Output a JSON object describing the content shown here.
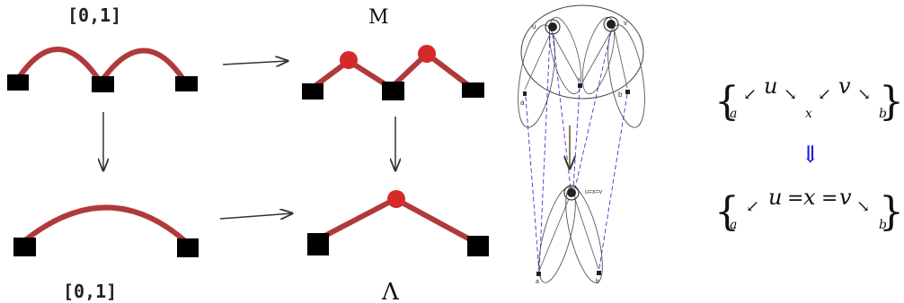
{
  "panel1": {
    "interval_top": "[0,1]",
    "interval_bottom": "[0,1]",
    "m_symbol": "M",
    "lambda_symbol": "Λ"
  },
  "panel2": {
    "node_u": "u",
    "node_v": "v",
    "node_x": "x",
    "node_a": "a",
    "node_b": "b",
    "node_merged": "u=x=v",
    "node_a_bottom": "a",
    "node_b_bottom": "b"
  },
  "panel3": {
    "top": {
      "a": "a",
      "u": "u",
      "x": "x",
      "v": "v",
      "b": "b"
    },
    "implies": "⇓",
    "bottom": {
      "a": "a",
      "u": "u",
      "eq1": "=",
      "x": "x",
      "eq2": "=",
      "v": "v",
      "b": "b"
    }
  },
  "colors": {
    "edge_red": "#b03a3a",
    "node_red": "#d62a2a",
    "box": "#000000",
    "arrow_blue": "#1a1adf"
  }
}
